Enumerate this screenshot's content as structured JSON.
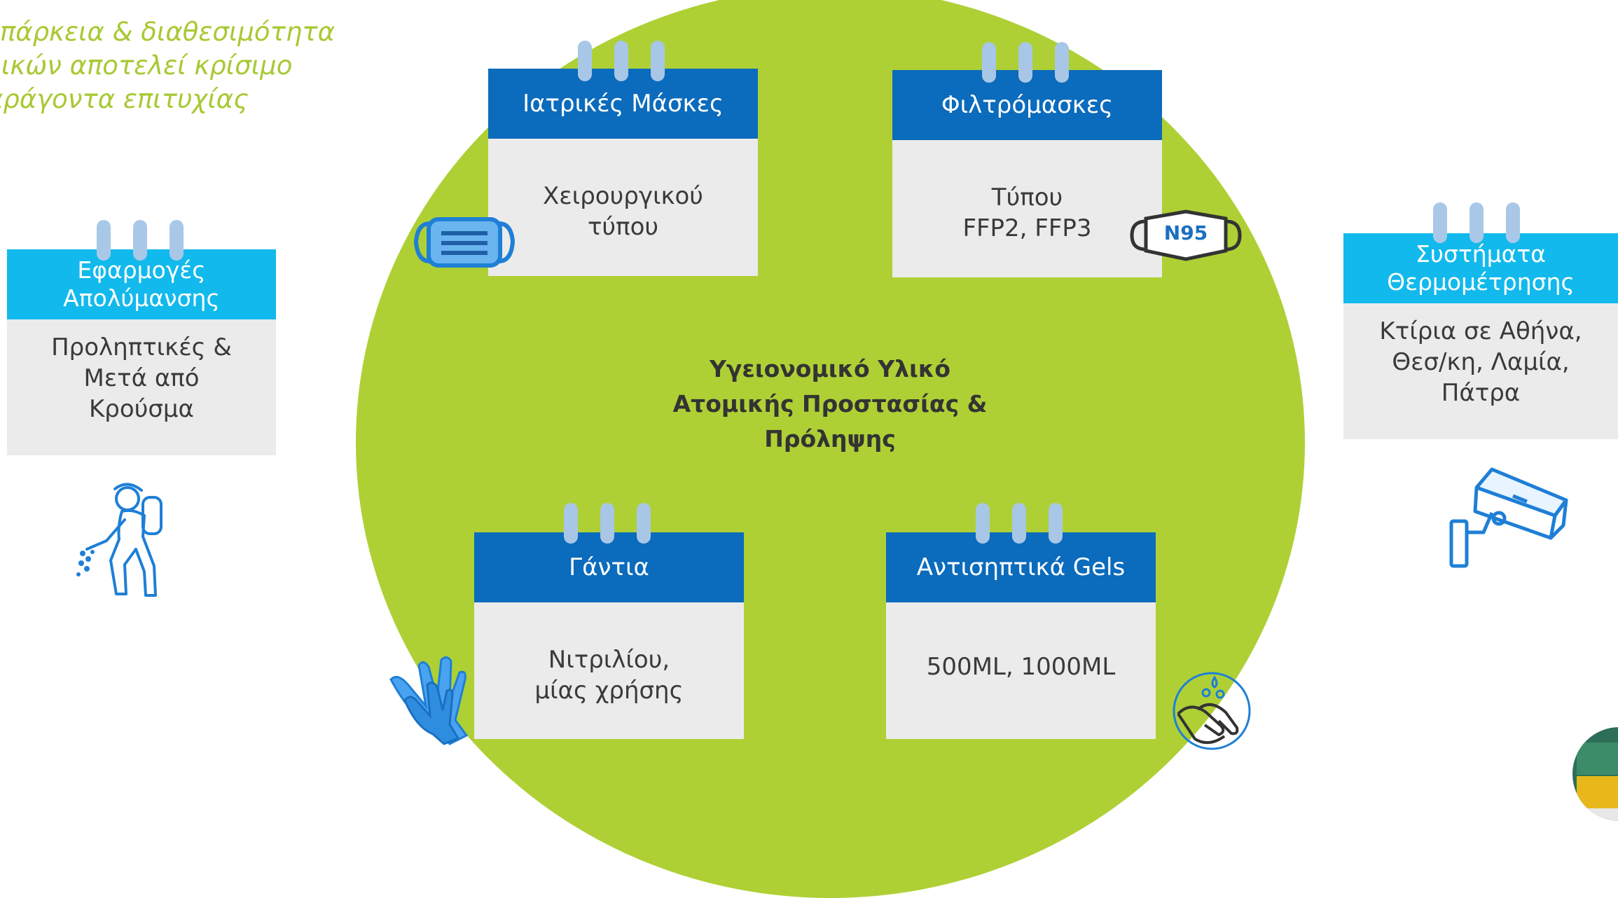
{
  "tagline": "επάρκεια & διαθεσιμότητα\nλικών αποτελεί κρίσιμο\nαράγοντα επιτυχίας",
  "center_title": "Υγειονομικό Υλικό\nΑτομικής Προστασίας &\nΠρόληψης",
  "cards": {
    "medical_masks": {
      "title": "Ιατρικές Μάσκες",
      "body": "Χειρουργικού\nτύπου"
    },
    "filter_masks": {
      "title": "Φιλτρόμασκες",
      "body": "Τύπου\nFFP2, FFP3"
    },
    "gloves": {
      "title": "Γάντια",
      "body": "Νιτριλίου,\nμίας χρήσης"
    },
    "gels": {
      "title": "Αντισηπτικά Gels",
      "body": "500ML, 1000ML"
    },
    "disinfection": {
      "title": "Εφαρμογές\nΑπολύμανσης",
      "body": "Προληπτικές &\nΜετά από\nΚρούσμα"
    },
    "thermometry": {
      "title": "Συστήματα\nΘερμομέτρησης",
      "body": "Κτίρια σε Αθήνα,\nΘεσ/κη, Λαμία,\nΠάτρα"
    }
  },
  "icons": {
    "n95_label": "N95",
    "surgical_mask": "surgical-mask-icon",
    "gloves": "gloves-icon",
    "hand_wash": "hand-wash-icon",
    "sprayer": "sprayer-worker-icon",
    "camera": "security-camera-icon"
  },
  "colors": {
    "circle": "#aed035",
    "tagline": "#a8c934",
    "dark_header": "#0b6bbc",
    "light_header": "#12b9ec",
    "card_body": "#ebebeb"
  }
}
